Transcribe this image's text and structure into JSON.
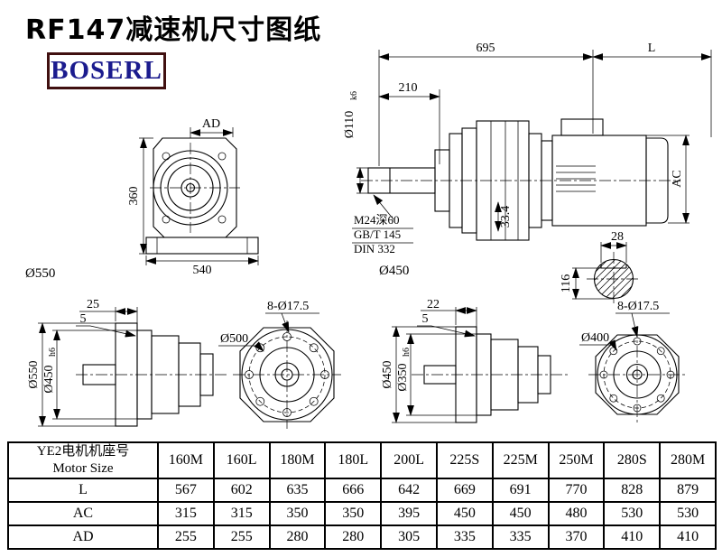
{
  "title": "RF147减速机尺寸图纸",
  "logo": {
    "text": "BOSERL"
  },
  "views": {
    "front": {
      "dim_ad": "AD",
      "dim_height": "360",
      "dim_width": "540",
      "label_outer": "Ø550"
    },
    "side": {
      "dim_overall": "695",
      "dim_motor": "L",
      "dim_shaft_len": "210",
      "shaft_dia": "Ø110",
      "shaft_tol": "k6",
      "note_tap": "M24深60",
      "note_std1": "GB/T 145",
      "note_std2": "DIN 332",
      "dim_key_drop": "33.4",
      "dim_motor_dia": "AC",
      "label_flange": "Ø450",
      "dim_key_width": "28",
      "dim_key_height": "116"
    },
    "flange_left": {
      "dim_thickness": "25",
      "dim_step": "5",
      "dim_outer": "Ø550",
      "spigot_dia": "Ø450",
      "spigot_tol": "h6",
      "note_bolts": "8-Ø17.5",
      "label_bolt_circle": "Ø500"
    },
    "flange_right": {
      "dim_thickness": "22",
      "dim_step": "5",
      "dim_outer": "Ø450",
      "spigot_dia": "Ø350",
      "spigot_tol": "h6",
      "note_bolts": "8-Ø17.5",
      "label_bolt_circle": "Ø400"
    }
  },
  "table": {
    "header_cn": "YE2电机机座号",
    "header_en": "Motor Size",
    "columns": [
      "160M",
      "160L",
      "180M",
      "180L",
      "200L",
      "225S",
      "225M",
      "250M",
      "280S",
      "280M"
    ],
    "rows": [
      {
        "label": "L",
        "values": [
          "567",
          "602",
          "635",
          "666",
          "642",
          "669",
          "691",
          "770",
          "828",
          "879"
        ]
      },
      {
        "label": "AC",
        "values": [
          "315",
          "315",
          "350",
          "350",
          "395",
          "450",
          "450",
          "480",
          "530",
          "530"
        ]
      },
      {
        "label": "AD",
        "values": [
          "255",
          "255",
          "280",
          "280",
          "305",
          "335",
          "335",
          "370",
          "410",
          "410"
        ]
      }
    ]
  },
  "colors": {
    "line": "#000000",
    "logo_text": "#1b1b8e",
    "logo_border": "#401010",
    "background": "#ffffff"
  }
}
